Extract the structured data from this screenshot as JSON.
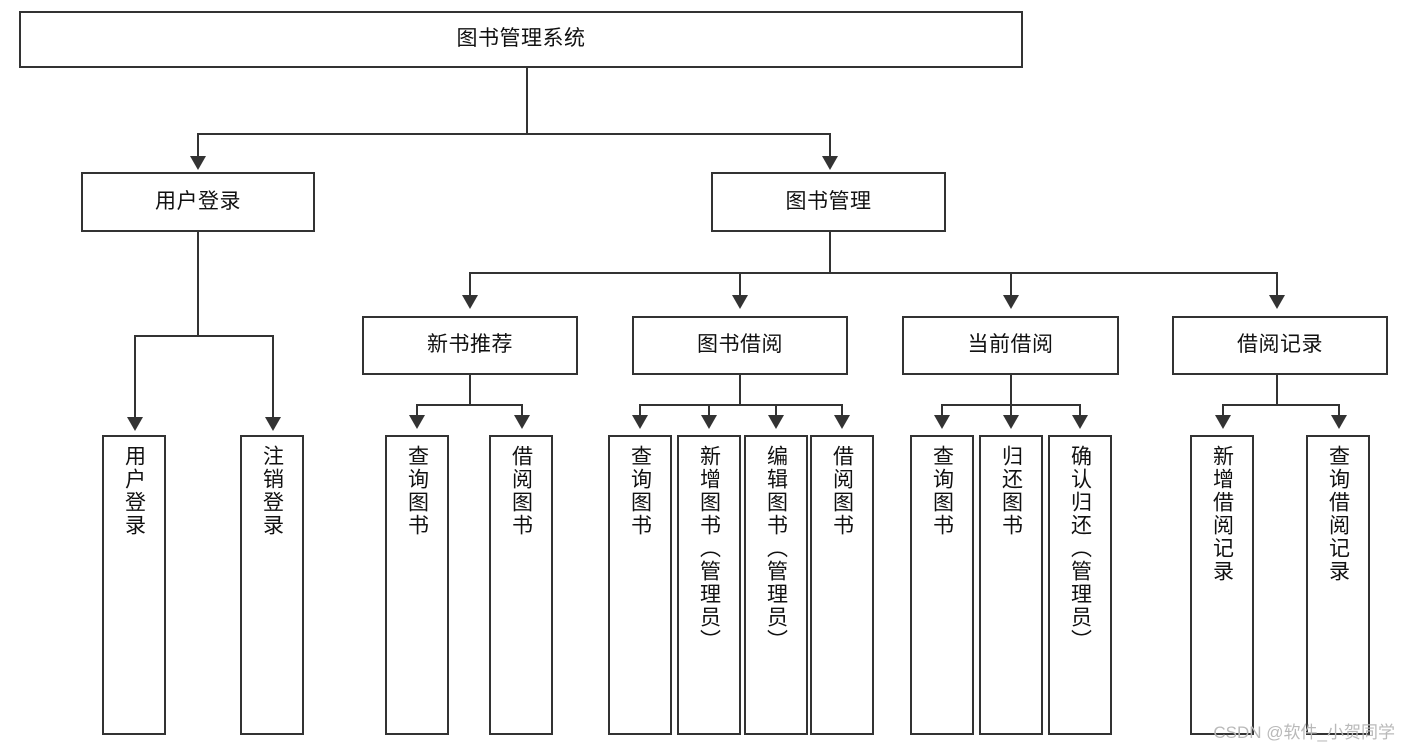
{
  "diagram": {
    "title": "图书管理系统",
    "type": "tree-hierarchy",
    "root": {
      "label": "图书管理系统"
    },
    "level2": [
      {
        "label": "用户登录"
      },
      {
        "label": "图书管理"
      }
    ],
    "level3": [
      {
        "label": "新书推荐"
      },
      {
        "label": "图书借阅"
      },
      {
        "label": "当前借阅"
      },
      {
        "label": "借阅记录"
      }
    ],
    "leaves": {
      "user_login": [
        {
          "label": "用户登录"
        },
        {
          "label": "注销登录"
        }
      ],
      "new_book_recommend": [
        {
          "label": "查询图书"
        },
        {
          "label": "借阅图书"
        }
      ],
      "book_borrow": [
        {
          "label": "查询图书"
        },
        {
          "label": "新增图书（管理员）"
        },
        {
          "label": "编辑图书（管理员）"
        },
        {
          "label": "借阅图书"
        }
      ],
      "current_borrow": [
        {
          "label": "查询图书"
        },
        {
          "label": "归还图书"
        },
        {
          "label": "确认归还（管理员）"
        }
      ],
      "borrow_record": [
        {
          "label": "新增借阅记录"
        },
        {
          "label": "查询借阅记录"
        }
      ]
    }
  },
  "watermark": {
    "text": "CSDN @软件_小贺同学"
  },
  "colors": {
    "stroke": "#333333",
    "fill": "#ffffff",
    "text": "#111111",
    "watermark": "#b9b9b9"
  }
}
